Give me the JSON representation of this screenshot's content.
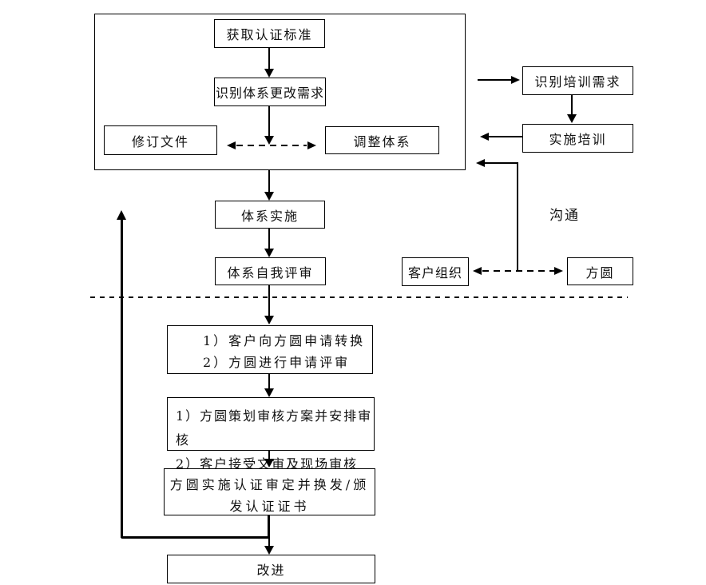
{
  "nodes": {
    "obtain_standard": "获取认证标准",
    "identify_change_need": "识别体系更改需求",
    "revise_documents": "修订文件",
    "adjust_system": "调整体系",
    "identify_training_need": "识别培训需求",
    "implement_training": "实施培训",
    "system_implementation": "体系实施",
    "system_self_review": "体系自我评审",
    "customer_organization": "客户组织",
    "fangyuan": "方圆",
    "communication_label": "沟通",
    "apply_line1": "1）客户向方圆申请转换",
    "apply_line2": "2）方圆进行申请评审",
    "audit_line1": "1）方圆策划审核方案并安排审核",
    "audit_line2": "2）客户接受文审及现场审核",
    "certify_line1": "方圆实施认证审定并换发/颁",
    "certify_line2": "发认证证书",
    "improve": "改进"
  },
  "colors": {
    "line": "#000000",
    "background": "#ffffff",
    "text": "#111111"
  }
}
